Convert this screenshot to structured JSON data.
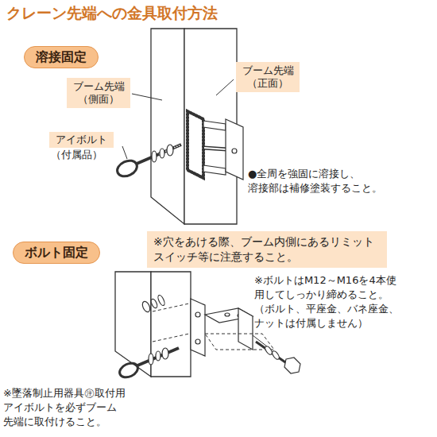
{
  "diagram": {
    "title": "クレーン先端への金具取付方法",
    "nodes": [
      {
        "text": [
          "溶接固定"
        ]
      },
      {
        "text": [
          "ブーム先端 （正面）"
        ]
      },
      {
        "text": [
          "ブーム先端 （側面）"
        ]
      },
      {
        "text": [
          "アイボルト",
          "（付属品）"
        ]
      },
      {
        "text": [
          "※穴をあける際、ブーム内側にあるリミット スイッチ等に注意すること。"
        ]
      },
      {
        "text": [
          "ボルト固定"
        ]
      }
    ],
    "labels": [
      "●全周を強固に溶接し、 溶接部は補修塗装すること。",
      "※ボルトはM12～M16を4本使 用してしっかり締めること。 （ボルト、平座金、バネ座金、 ナットは付属しません）",
      "※墜落制止用器具㊟取付用 アイボルトを必ずブーム 先端に取付けること。"
    ]
  }
}
